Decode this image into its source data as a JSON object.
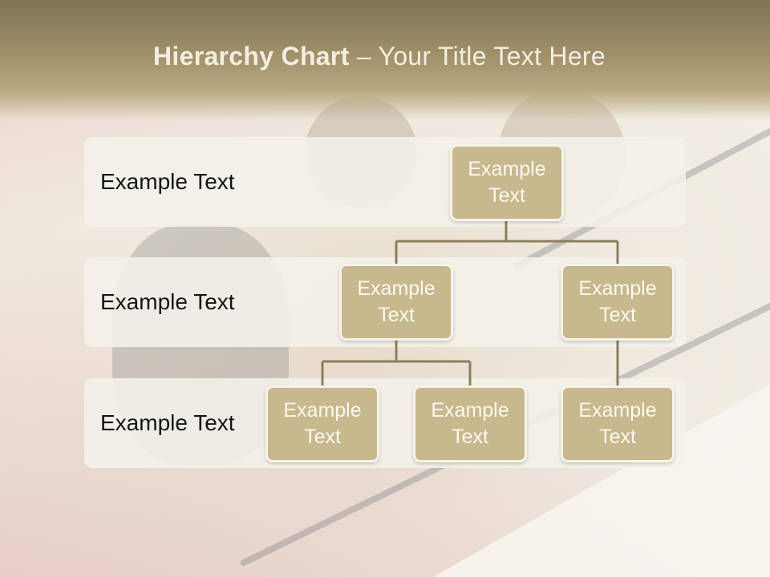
{
  "slide": {
    "title_bold": "Hierarchy Chart",
    "title_rest": " – Your Title Text Here"
  },
  "bands": [
    {
      "label": "Example Text"
    },
    {
      "label": "Example Text"
    },
    {
      "label": "Example Text"
    }
  ],
  "nodes": [
    {
      "text": "Example Text"
    },
    {
      "text": "Example Text"
    },
    {
      "text": "Example Text"
    },
    {
      "text": "Example Text"
    },
    {
      "text": "Example Text"
    },
    {
      "text": "Example Text"
    }
  ],
  "colors": {
    "node_fill": "#c8b88d",
    "connector": "#8c7e5e",
    "header": "#9b8b66"
  }
}
